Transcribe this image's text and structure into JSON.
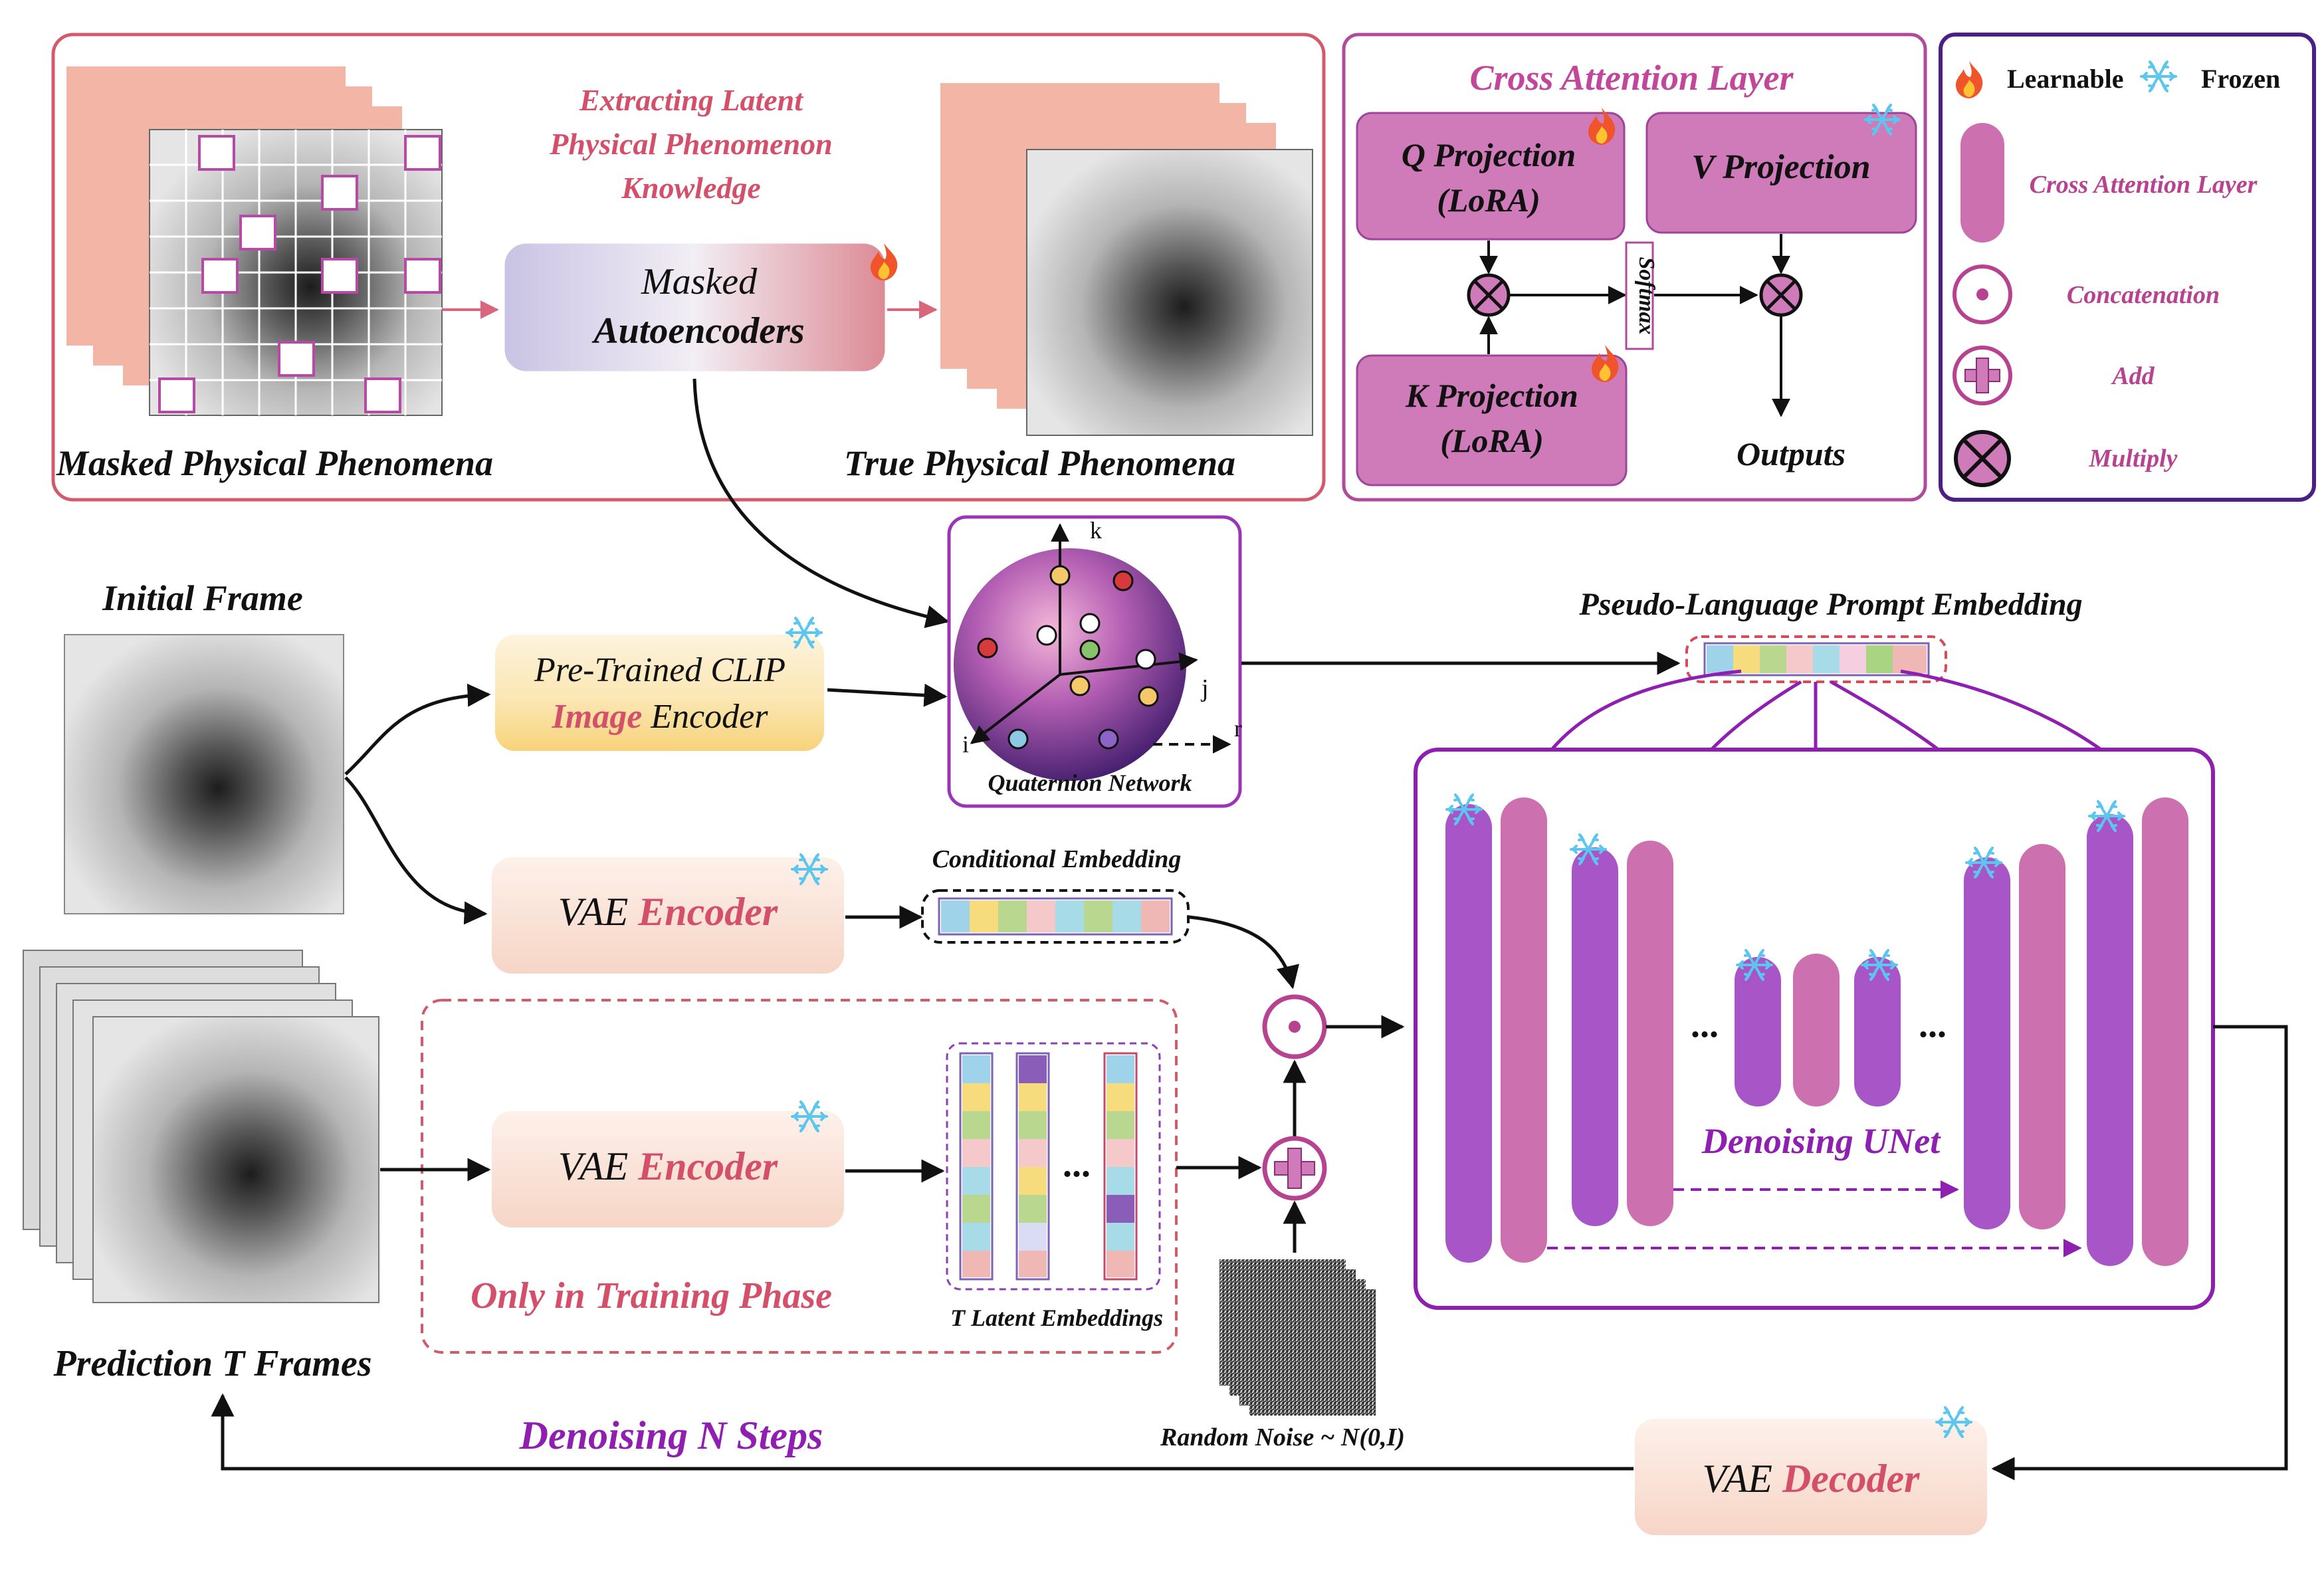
{
  "top_panel": {
    "masked_label": "Masked Physical Phenomena",
    "true_label": "True Physical Phenomena",
    "extracting_lines": [
      "Extracting Latent",
      "Physical Phenomenon",
      "Knowledge"
    ],
    "mae_lines": [
      "Masked",
      "Autoencoders"
    ]
  },
  "cross_attention": {
    "title": "Cross Attention Layer",
    "q_lines": [
      "Q Projection",
      "(LoRA)"
    ],
    "k_lines": [
      "K Projection",
      "(LoRA)"
    ],
    "v_label": "V Projection",
    "softmax": "Softmax",
    "outputs": "Outputs"
  },
  "legend": {
    "learnable": "Learnable",
    "frozen": "Frozen",
    "cross_attention": "Cross Attention Layer",
    "concatenation": "Concatenation",
    "add": "Add",
    "multiply": "Multiply"
  },
  "initial_frame": "Initial Frame",
  "clip_encoder": {
    "line1": "Pre-Trained CLIP",
    "image_word": "Image",
    "encoder_word": " Encoder"
  },
  "quaternion": {
    "label": "Quaternion Network",
    "k": "k",
    "j": "j",
    "i": "i",
    "r": "r"
  },
  "pseudo_prompt": "Pseudo-Language Prompt Embedding",
  "vae_encoder": {
    "vae": "VAE ",
    "encoder": "Encoder"
  },
  "vae_decoder": {
    "vae": "VAE ",
    "decoder": "Decoder"
  },
  "conditional_embedding": "Conditional Embedding",
  "training_phase": "Only in Training Phase",
  "latent_embeddings": "T Latent Embeddings",
  "prediction_frames": "Prediction T Frames",
  "denoising_steps": "Denoising N Steps",
  "random_noise": "Random Noise ~ N(0,I)",
  "denoising_unet": "Denoising UNet",
  "ellipsis": "...",
  "colors": {
    "pink_border": "#d45a6b",
    "purple": "#8e1fb0",
    "dark_purple": "#5b1f86",
    "magenta": "#c060a8",
    "proj_fill": "#cf7ab9",
    "unet_purple": "#a855c8",
    "unet_pink": "#cc70b0",
    "red_title": "#d4506a"
  },
  "icons": [
    "fire-icon",
    "snowflake-icon"
  ]
}
